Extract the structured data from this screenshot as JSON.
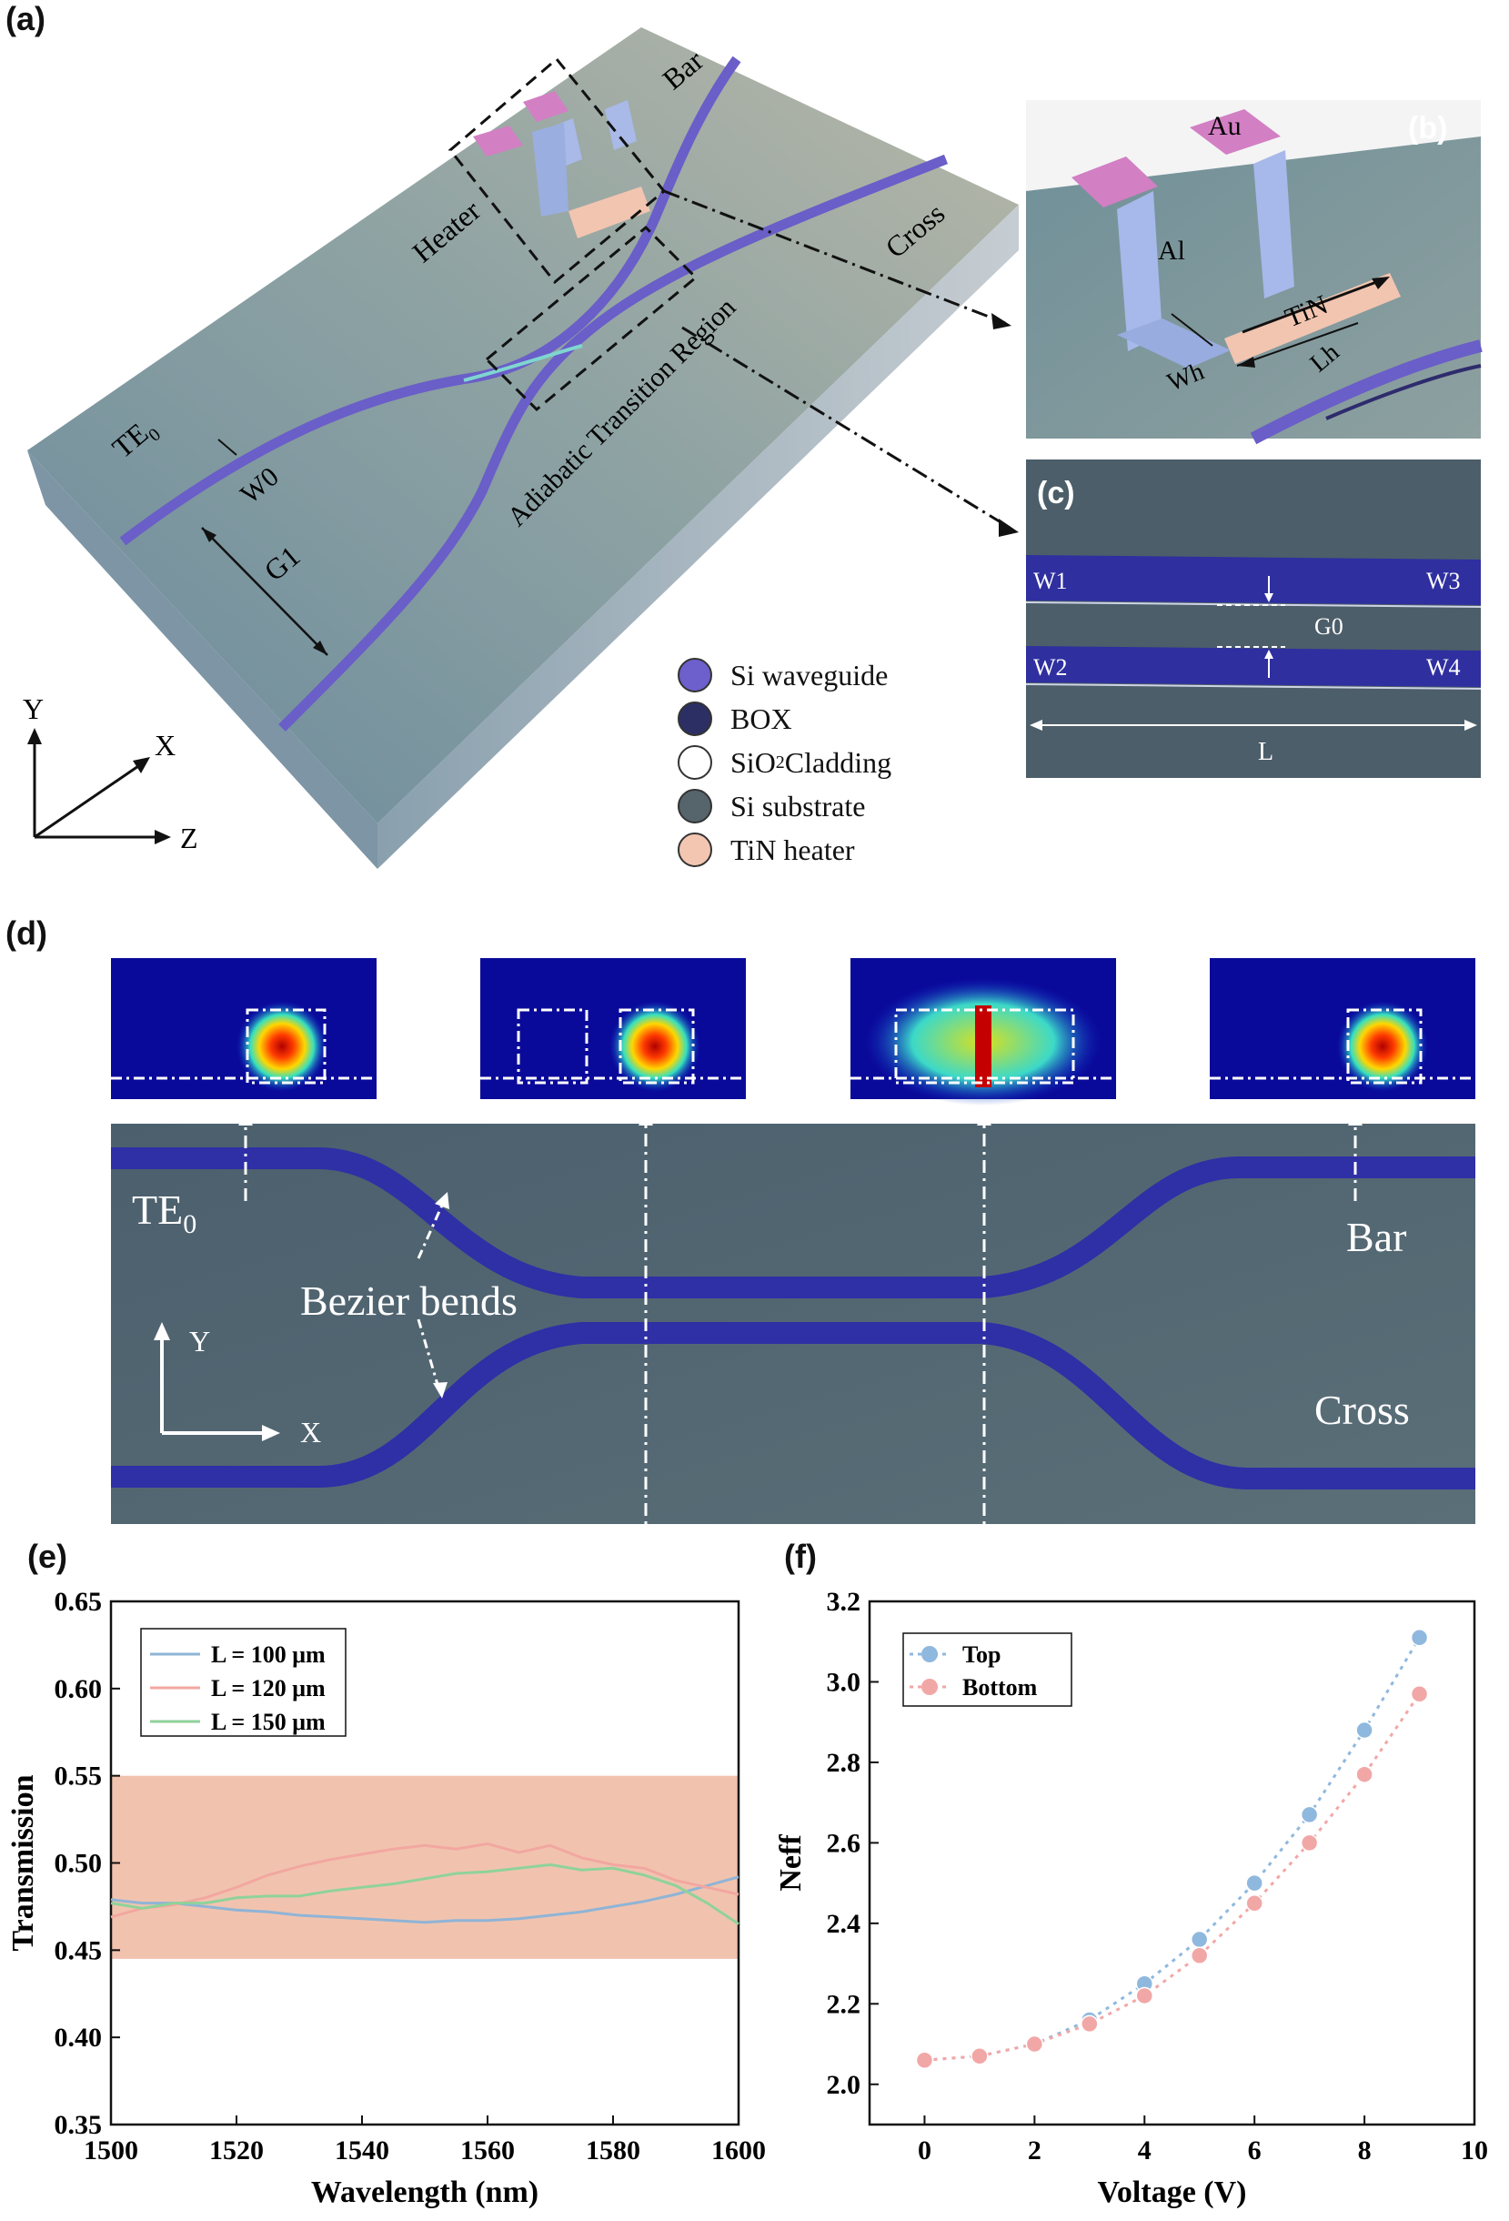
{
  "panels": {
    "a": {
      "label": "(a)",
      "texts": {
        "bar": "Bar",
        "cross": "Cross",
        "heater": "Heater",
        "adiabatic": "Adiabatic Transition Region",
        "te0": "TE",
        "te0_sub": "0",
        "w0": "W0",
        "g1": "G1"
      },
      "axes": {
        "y": "Y",
        "x": "X",
        "z": "Z"
      },
      "legend": [
        {
          "label": "Si waveguide",
          "color": "#6d5fcc"
        },
        {
          "label": "BOX",
          "color": "#2c2f63"
        },
        {
          "label": "SiO",
          "sub": "2",
          "suffix": " Cladding",
          "color": "#ffffff"
        },
        {
          "label": "Si substrate",
          "color": "#56646c"
        },
        {
          "label": "TiN heater",
          "color": "#f3c6b2"
        }
      ]
    },
    "b": {
      "label": "(b)",
      "texts": {
        "au": "Au",
        "al": "Al",
        "tin": "TiN",
        "wh": "Wh",
        "lh": "Lh"
      }
    },
    "c": {
      "label": "(c)",
      "texts": {
        "w1": "W1",
        "w2": "W2",
        "w3": "W3",
        "w4": "W4",
        "g0": "G0",
        "l": "L"
      }
    },
    "d": {
      "label": "(d)",
      "texts": {
        "te0": "TE",
        "te0_sub": "0",
        "bezier": "Bezier bends",
        "bar": "Bar",
        "cross": "Cross",
        "y": "Y",
        "x": "X"
      }
    },
    "e": {
      "label": "(e)"
    },
    "f": {
      "label": "(f)"
    }
  },
  "chart_data": [
    {
      "id": "e",
      "type": "line",
      "xlabel": "Wavelength (nm)",
      "ylabel": "Transmission",
      "xlim": [
        1500,
        1600
      ],
      "ylim": [
        0.35,
        0.65
      ],
      "xticks": [
        "1500",
        "1520",
        "1540",
        "1560",
        "1580",
        "1600"
      ],
      "yticks": [
        "0.35",
        "0.40",
        "0.45",
        "0.50",
        "0.55",
        "0.60",
        "0.65"
      ],
      "band": [
        0.445,
        0.55
      ],
      "band_color": "#efb9a0",
      "legend_position": "top-left",
      "x": [
        1500,
        1505,
        1510,
        1515,
        1520,
        1525,
        1530,
        1535,
        1540,
        1545,
        1550,
        1555,
        1560,
        1565,
        1570,
        1575,
        1580,
        1585,
        1590,
        1595,
        1600
      ],
      "series": [
        {
          "name": "L = 100 μm",
          "color": "#8fb4d6",
          "values": [
            0.479,
            0.477,
            0.477,
            0.475,
            0.473,
            0.472,
            0.47,
            0.469,
            0.468,
            0.467,
            0.466,
            0.467,
            0.467,
            0.468,
            0.47,
            0.472,
            0.475,
            0.478,
            0.482,
            0.487,
            0.492
          ]
        },
        {
          "name": "L = 120 μm",
          "color": "#f2a7a0",
          "values": [
            0.469,
            0.474,
            0.476,
            0.48,
            0.486,
            0.493,
            0.498,
            0.502,
            0.505,
            0.508,
            0.51,
            0.508,
            0.511,
            0.506,
            0.51,
            0.503,
            0.499,
            0.497,
            0.49,
            0.486,
            0.482
          ]
        },
        {
          "name": "L = 150 μm",
          "color": "#8fd29a",
          "values": [
            0.477,
            0.474,
            0.477,
            0.477,
            0.48,
            0.481,
            0.481,
            0.484,
            0.486,
            0.488,
            0.491,
            0.494,
            0.495,
            0.497,
            0.499,
            0.496,
            0.497,
            0.493,
            0.487,
            0.477,
            0.465
          ]
        }
      ]
    },
    {
      "id": "f",
      "type": "scatter",
      "xlabel": "Voltage (V)",
      "ylabel": "Neff",
      "xlim": [
        -1,
        10
      ],
      "ylim": [
        1.9,
        3.2
      ],
      "xticks": [
        0,
        2,
        4,
        6,
        8,
        10
      ],
      "yticks": [
        "2.0",
        "2.2",
        "2.4",
        "2.6",
        "2.8",
        "3.0",
        "3.2"
      ],
      "legend_position": "top-left",
      "x": [
        0,
        1,
        2,
        3,
        4,
        5,
        6,
        7,
        8,
        9
      ],
      "series": [
        {
          "name": "Top",
          "color": "#8fb8de",
          "values": [
            2.06,
            2.07,
            2.1,
            2.16,
            2.25,
            2.36,
            2.5,
            2.67,
            2.88,
            3.11
          ]
        },
        {
          "name": "Bottom",
          "color": "#f2a7a7",
          "values": [
            2.06,
            2.07,
            2.1,
            2.15,
            2.22,
            2.32,
            2.45,
            2.6,
            2.77,
            2.97
          ]
        }
      ]
    }
  ]
}
